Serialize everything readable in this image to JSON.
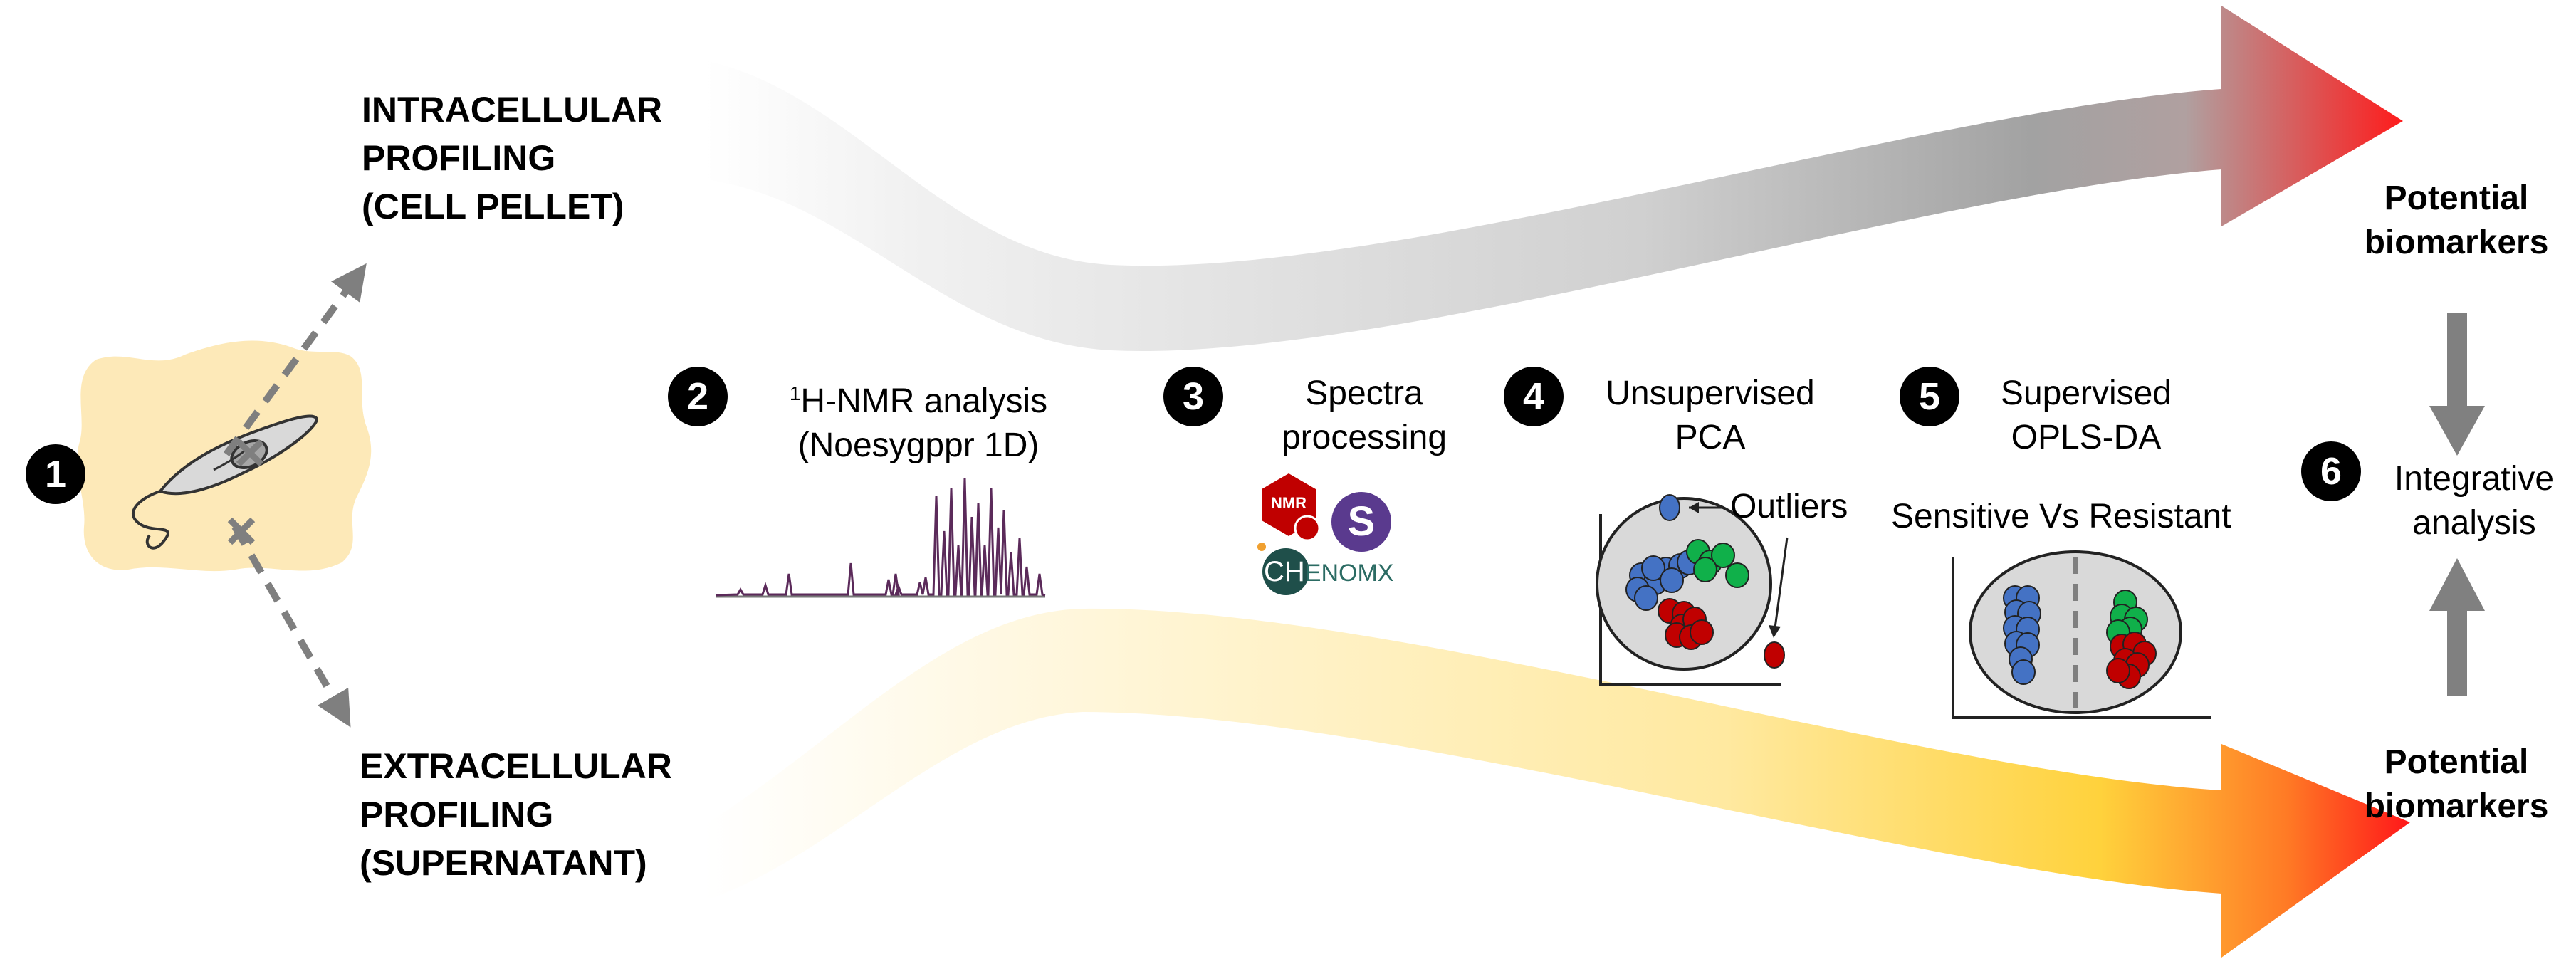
{
  "profiles": {
    "intracellular": [
      "INTRACELLULAR",
      "PROFILING",
      "(CELL PELLET)"
    ],
    "extracellular": [
      "EXTRACELLULAR",
      "PROFILING",
      "(SUPERNATANT)"
    ]
  },
  "steps": [
    {
      "number": "1"
    },
    {
      "number": "2",
      "title_sup": "1",
      "title_line1": "H-NMR analysis",
      "title_line2": "(Noesygppr 1D)"
    },
    {
      "number": "3",
      "title_line1": "Spectra",
      "title_line2": "processing"
    },
    {
      "number": "4",
      "title_line1": "Unsupervised",
      "title_line2": "PCA",
      "annotation": "Outliers"
    },
    {
      "number": "5",
      "title_line1": "Supervised",
      "title_line2": "OPLS-DA",
      "subtitle": "Sensitive Vs Resistant"
    },
    {
      "number": "6",
      "title_line1": "Integrative",
      "title_line2": "analysis"
    }
  ],
  "outputs": {
    "top": [
      "Potential",
      "biomarkers"
    ],
    "bottom": [
      "Potential",
      "biomarkers"
    ]
  },
  "logos": {
    "nmr": "NMR",
    "s": "S",
    "chenomx_a": "CH",
    "chenomx_b": "ENOMX"
  },
  "colors": {
    "arrow_top_start": "#f2f2f2",
    "arrow_top_mid": "#9a9a9a",
    "arrow_end_red": "#ff1a1a",
    "arrow_bottom_start": "#fff6d6",
    "arrow_bottom_mid": "#ffd84d",
    "cell": "#fde9b8",
    "blue": "#4472c4",
    "green": "#10b04a",
    "red": "#c00000",
    "gray_arrow": "#7f7f7f"
  },
  "icons": [
    "cell-icon",
    "nmr-spectrum-icon",
    "nmr-logo-icon",
    "s-logo-icon",
    "chenomx-logo-icon",
    "pca-plot-icon",
    "oplsda-plot-icon"
  ]
}
